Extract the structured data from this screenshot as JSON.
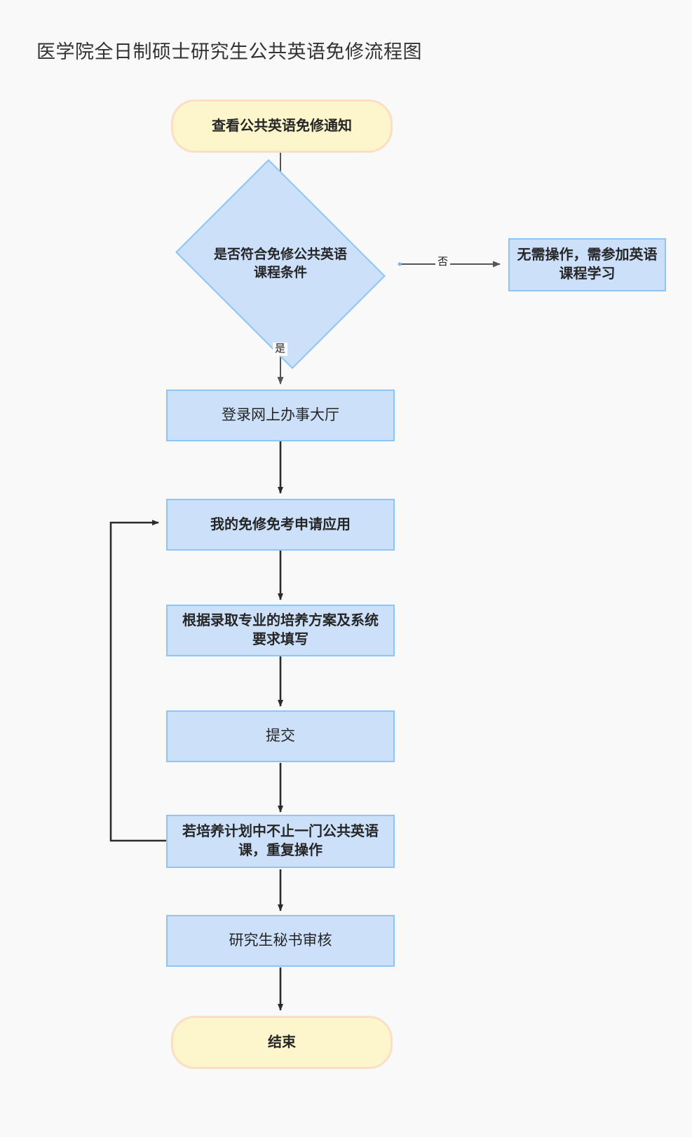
{
  "page": {
    "title": "医学院全日制硕士研究生公共英语免修流程图",
    "background_color": "#f9f9f9",
    "type": "flowchart"
  },
  "theme": {
    "process_fill": "#cce0fa",
    "process_border": "#8ec5f7",
    "terminal_fill": "#fdf6cd",
    "terminal_border": "#fbdec4",
    "decision_fill": "#cce0fa",
    "decision_border": "#8ec5f7",
    "edge_color": "#333333",
    "text_color": "#262626"
  },
  "nodes": {
    "start": {
      "label": "查看公共英语免修通知",
      "shape": "terminal"
    },
    "decision": {
      "label_line1": "是否符合免修公共英语课程条件",
      "shape": "diamond"
    },
    "no_action": {
      "label": "无需操作，需参加英语课程学习",
      "shape": "process"
    },
    "login": {
      "label": "登录网上办事大厅",
      "shape": "process"
    },
    "app": {
      "label": "我的免修免考申请应用",
      "shape": "process"
    },
    "fill": {
      "label": "根据录取专业的培养方案及系统要求填写",
      "shape": "process"
    },
    "submit": {
      "label": "提交",
      "shape": "process"
    },
    "repeat": {
      "label": "若培养计划中不止一门公共英语课，重复操作",
      "shape": "process"
    },
    "review": {
      "label": "研究生秘书审核",
      "shape": "process"
    },
    "end": {
      "label": "结束",
      "shape": "terminal"
    }
  },
  "edges": [
    {
      "from": "start",
      "to": "decision",
      "label": ""
    },
    {
      "from": "decision",
      "to": "no_action",
      "label": "否"
    },
    {
      "from": "decision",
      "to": "login",
      "label": "是"
    },
    {
      "from": "login",
      "to": "app",
      "label": ""
    },
    {
      "from": "app",
      "to": "fill",
      "label": ""
    },
    {
      "from": "fill",
      "to": "submit",
      "label": ""
    },
    {
      "from": "submit",
      "to": "repeat",
      "label": ""
    },
    {
      "from": "repeat",
      "to": "app",
      "label": ""
    },
    {
      "from": "repeat",
      "to": "review",
      "label": ""
    },
    {
      "from": "review",
      "to": "end",
      "label": ""
    }
  ],
  "edge_labels": {
    "no": "否",
    "yes": "是"
  }
}
